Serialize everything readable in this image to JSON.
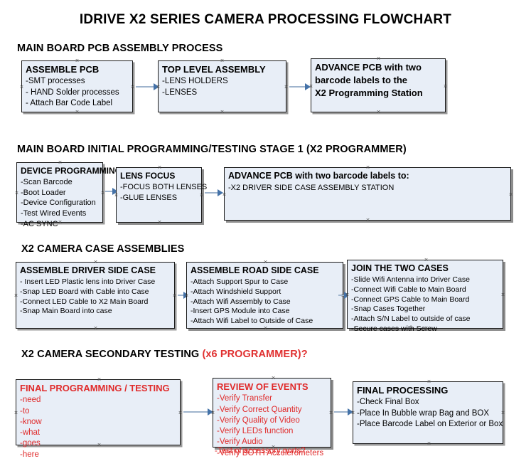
{
  "title": "IDRIVE X2  SERIES CAMERA PROCESSING FLOWCHART",
  "colors": {
    "box_fill": "#e8eef7",
    "box_border": "#1a1a1a",
    "connector": "#9fb4cd",
    "arrow_head": "#4472a8",
    "accent_red": "#e02b2b",
    "text": "#000000"
  },
  "sections": [
    {
      "id": "main-board-pcb-assembly",
      "heading": "MAIN BOARD PCB ASSEMBLY PROCESS",
      "heading_accent": "",
      "boxes": [
        {
          "id": "assemble-pcb",
          "title": "ASSEMBLE PCB",
          "lines": [
            "-SMT processes",
            "- HAND Solder processes",
            "- Attach Bar Code Label"
          ]
        },
        {
          "id": "top-level-assembly",
          "title": "TOP LEVEL ASSEMBLY",
          "lines": [
            "-LENS HOLDERS",
            "-LENSES"
          ]
        },
        {
          "id": "advance-pcb-to-programming-station",
          "title": "ADVANCE PCB with two",
          "lines": [
            "barcode labels to the",
            " X2 Programming Station"
          ]
        }
      ]
    },
    {
      "id": "main-board-initial-programming",
      "heading": "MAIN BOARD INITIAL PROGRAMMING/TESTING STAGE 1 (X2 PROGRAMMER)",
      "heading_accent": "",
      "boxes": [
        {
          "id": "device-programming",
          "title": "DEVICE PROGRAMMING",
          "lines": [
            "-Scan Barcode",
            "-Boot Loader",
            "-Device Configuration",
            "-Test Wired Events",
            "-AC SYNC"
          ]
        },
        {
          "id": "lens-focus",
          "title": "LENS FOCUS",
          "lines": [
            "-FOCUS BOTH LENSES",
            "-GLUE LENSES"
          ]
        },
        {
          "id": "advance-pcb-to-driver-side-case",
          "title": "ADVANCE PCB with two barcode labels to:",
          "lines": [
            "-X2 DRIVER  SIDE  CASE  ASSEMBLY STATION"
          ]
        }
      ]
    },
    {
      "id": "x2-camera-case-assemblies",
      "heading": "X2 CAMERA CASE ASSEMBLIES",
      "heading_accent": "",
      "boxes": [
        {
          "id": "assemble-driver-side-case",
          "title": "ASSEMBLE DRIVER SIDE CASE",
          "lines": [
            "- Insert LED Plastic lens into Driver Case",
            "-Snap LED Board with Cable into Case",
            "-Connect LED Cable to X2 Main Board",
            "-Snap Main Board into case"
          ]
        },
        {
          "id": "assemble-road-side-case",
          "title": "ASSEMBLE ROAD SIDE CASE",
          "lines": [
            "-Attach Support Spur to Case",
            "-Attach Windshield Support",
            "-Attach Wifi Assembly to Case",
            "-Insert GPS Module into Case",
            "-Attach Wifi Label to Outside of Case"
          ]
        },
        {
          "id": "join-the-two-cases",
          "title": "JOIN THE TWO CASES",
          "lines": [
            "-Slide Wifi Antenna into Driver Case",
            "-Connect Wifi Cable to Main Board",
            "-Connect GPS Cable to Main Board",
            "-Snap Cases Together",
            "-Attach S/N Label to outside of case",
            "-Secure cases with Screw"
          ]
        }
      ]
    },
    {
      "id": "x2-camera-secondary-testing",
      "heading": "X2 CAMERA SECONDARY TESTING ",
      "heading_accent": "(x6 PROGRAMMER)?",
      "boxes": [
        {
          "id": "final-programming-testing",
          "title": "FINAL PROGRAMMING / TESTING",
          "lines": [
            "-need",
            "-to",
            "-know",
            "-what",
            "-goes",
            "-here"
          ],
          "red": true
        },
        {
          "id": "review-of-events",
          "title": "REVIEW OF EVENTS",
          "lines": [
            "-Verify Transfer",
            "-Verify Correct Quantity",
            "-Verify Quality of Video",
            "-Verify LEDs function",
            "-Verify Audio",
            "-Verify BOTH Accelerometers"
          ],
          "overflow_line": "-Test of accessory ports?",
          "red": true
        },
        {
          "id": "final-processing",
          "title": "FINAL PROCESSING",
          "lines": [
            " -Check Final Box",
            "-Place In Bubble wrap Bag and BOX",
            "-Place Barcode Label on Exterior or Box"
          ]
        }
      ]
    }
  ]
}
